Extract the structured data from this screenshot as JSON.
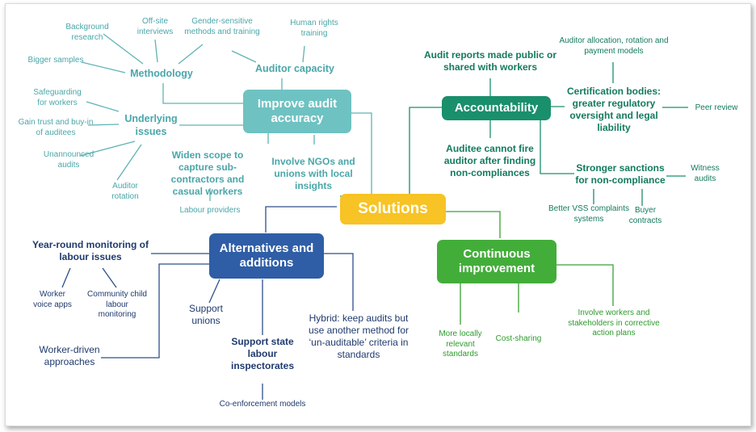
{
  "central": "Solutions",
  "branches": {
    "audit_accuracy": {
      "title": "Improve audit accuracy",
      "methodology": {
        "label": "Methodology",
        "items": [
          "Background research",
          "Off-site interviews",
          "Gender-sensitive methods and training",
          "Bigger samples"
        ]
      },
      "auditor_capacity": {
        "label": "Auditor capacity",
        "items": [
          "Human rights training"
        ]
      },
      "underlying_issues": {
        "label": "Underlying issues",
        "items": [
          "Safeguarding for workers",
          "Gain trust and buy-in of auditees",
          "Unannounced audits",
          "Auditor rotation"
        ]
      },
      "widen_scope": {
        "label": "Widen scope to capture sub-contractors and casual workers",
        "items": [
          "Labour providers"
        ]
      },
      "involve_ngos": "Involve NGOs and unions with local insights"
    },
    "accountability": {
      "title": "Accountability",
      "audit_reports": "Audit reports made public or shared with workers",
      "certification": {
        "label": "Certification bodies: greater regulatory oversight and legal liability",
        "items": [
          "Auditor allocation, rotation and payment models",
          "Peer review"
        ]
      },
      "auditee_cannot_fire": "Auditee cannot fire auditor after finding non-compliances",
      "sanctions": {
        "label": "Stronger sanctions for non-compliance",
        "items": [
          "Witness audits",
          "Better VSS complaints systems",
          "Buyer contracts"
        ]
      }
    },
    "alternatives": {
      "title": "Alternatives and additions",
      "year_round": {
        "label": "Year-round monitoring of labour issues",
        "items": [
          "Worker voice apps",
          "Community child labour monitoring"
        ]
      },
      "worker_driven": "Worker-driven approaches",
      "support_unions": "Support unions",
      "state_inspectorates": {
        "label": "Support state labour inspectorates",
        "items": [
          "Co-enforcement models"
        ]
      },
      "hybrid": "Hybrid: keep audits but use another method for ‘un-auditable’ criteria in standards"
    },
    "continuous": {
      "title": "Continuous improvement",
      "items": [
        "More locally relevant standards",
        "Cost-sharing",
        "Involve workers and stakeholders in corrective action plans"
      ]
    }
  },
  "colors": {
    "teal_box": "#6fc2c2",
    "teal_text": "#4aa6a9",
    "central_box": "#f7c325",
    "accountability_box": "#1a8f6c",
    "alternatives_box": "#2f5ea6",
    "continuous_box": "#43ad3a",
    "navy_text": "#1f3a6e",
    "green_text": "#2e9a2e"
  }
}
